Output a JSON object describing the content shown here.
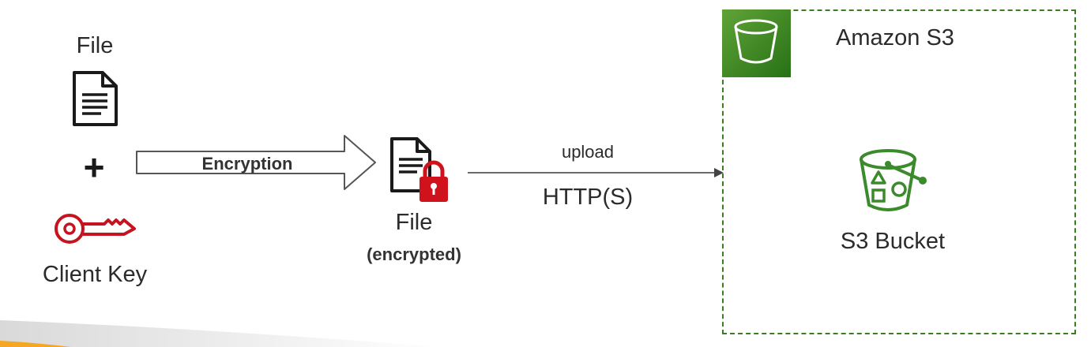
{
  "source_file": {
    "label": "File",
    "icon": "document-icon"
  },
  "operator": {
    "symbol": "+"
  },
  "client_key": {
    "label": "Client Key",
    "icon": "key-icon",
    "color": "#c7131f"
  },
  "encryption_arrow": {
    "label": "Encryption"
  },
  "encrypted_file": {
    "label": "File",
    "sublabel": "(encrypted)",
    "icon": "locked-document-icon",
    "lock_color": "#d0121c"
  },
  "upload_arrow": {
    "label": "upload",
    "protocol": "HTTP(S)"
  },
  "s3": {
    "title": "Amazon S3",
    "badge_icon": "s3-service-icon",
    "bucket_label": "S3 Bucket",
    "bucket_icon": "s3-bucket-icon",
    "accent": "#3b7d23"
  }
}
